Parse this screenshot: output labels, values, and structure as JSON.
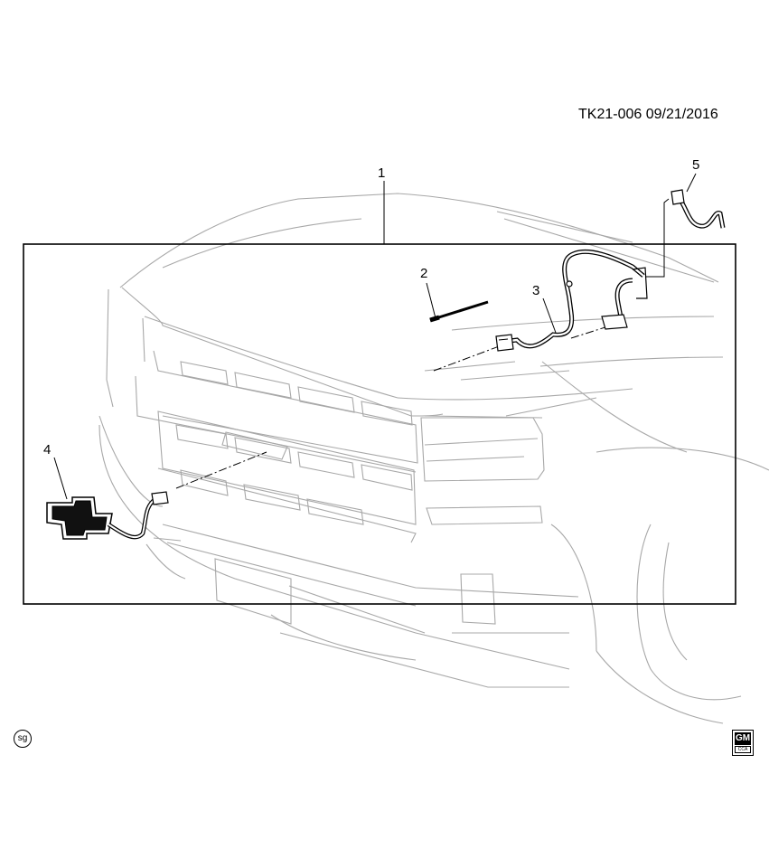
{
  "document_id": "TK21-006  09/21/2016",
  "callouts": [
    "1",
    "2",
    "3",
    "4",
    "5"
  ],
  "footer": {
    "sg_label": "sg",
    "logo_text": "GM",
    "logo_subtext": "CCA"
  }
}
